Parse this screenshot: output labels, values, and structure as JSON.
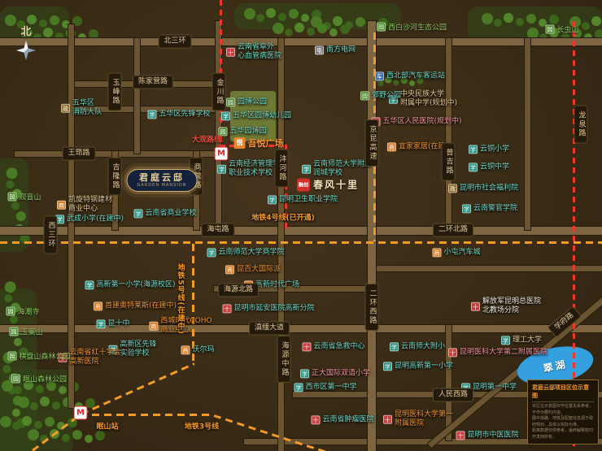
{
  "title": "君庭云邸项目区位示意图",
  "colors": {
    "background": "#3a2c16",
    "road": "#6a5432",
    "major_road": "#7d6540",
    "badge_bg": "#241a0c",
    "badge_text": "#dfc795",
    "metro_orange": "#f59a23",
    "route_red": "#e8392b",
    "poi_teal": "#6fd8c8",
    "poi_orange": "#f0952f",
    "poi_pink": "#f2919e",
    "poi_tan": "#e3c98f",
    "terrain_green": "#8ac55e",
    "lake_blue": "#35a0e0",
    "project_navy": "#14223c",
    "project_gold": "#d4b06a"
  },
  "compass": {
    "label": "北"
  },
  "icons": {
    "hospital": "十",
    "school": "学",
    "mall": "商",
    "transit": "车",
    "power": "电",
    "park": "园",
    "gov": "政"
  },
  "road_labels": [
    {
      "label": "北三环"
    },
    {
      "label": "陈家营路"
    },
    {
      "label": "玉峰路"
    },
    {
      "label": "金川路"
    },
    {
      "label": "王筇路"
    },
    {
      "label": "吉隆路"
    },
    {
      "label": "商院路"
    },
    {
      "label": "沣河路"
    },
    {
      "label": "京昆高速"
    },
    {
      "label": "普吉路"
    },
    {
      "label": "龙泉路"
    },
    {
      "label": "西三环"
    },
    {
      "label": "海屯路"
    },
    {
      "label": "二环北路"
    },
    {
      "label": "海源北路"
    },
    {
      "label": "滇缅大道"
    },
    {
      "label": "海源中路"
    },
    {
      "label": "二环西路"
    },
    {
      "label": "学府路"
    },
    {
      "label": "人民西路"
    }
  ],
  "metro": {
    "line4_label": "地铁4号线(已开通)",
    "line5_label": "地铁5号线(在建中)",
    "line3_label": "地铁3号线",
    "red_route_label": "大观路线",
    "metro_logo": "M",
    "station_mianshan": "眠山站"
  },
  "projects": {
    "junting": {
      "name": "君庭云邸",
      "subtitle": "GARDEN MANSION"
    },
    "chunfeng": {
      "brand": "融创",
      "name": "春风十里"
    },
    "wuyue": {
      "logo": "悦",
      "name": "吾悦广场"
    }
  },
  "pois": [
    {
      "text": "云南省阜外\n心血管病医院"
    },
    {
      "text": "南方电网"
    },
    {
      "text": "西北部汽车客运站"
    },
    {
      "text": "中央民族大学\n附属中学(规划中)"
    },
    {
      "text": "五华区人民医院(规划中)"
    },
    {
      "text": "园博公园"
    },
    {
      "text": "五华区\n消防大队"
    },
    {
      "text": "五华区先锋学校"
    },
    {
      "text": "五华区园博幼儿园"
    },
    {
      "text": "五华园博园"
    },
    {
      "text": "郊野公园"
    },
    {
      "text": "宜家家居(在建中)"
    },
    {
      "text": "云铜小学"
    },
    {
      "text": "云铜中学"
    },
    {
      "text": "云南经济管理学院\n职业技术学校"
    },
    {
      "text": "云南师范大学附属\n润城学校"
    },
    {
      "text": "昆明卫生职业学院"
    },
    {
      "text": "凯旋特钢建材\n商业中心"
    },
    {
      "text": "武成小学(在建中)"
    },
    {
      "text": "云南省商业学校"
    },
    {
      "text": "昆明市社会福利院"
    },
    {
      "text": "云南警官学院"
    },
    {
      "text": "云南师范大学商学院"
    },
    {
      "text": "小屯汽车城"
    },
    {
      "text": "昆百大国际派"
    },
    {
      "text": "高新时代广场"
    },
    {
      "text": "高新第一小学(海源校区)"
    },
    {
      "text": "首建奥特莱斯(在建中)"
    },
    {
      "text": "昆明市延安医院高新分院"
    },
    {
      "text": "昆十中"
    },
    {
      "text": "西城时代COHO\n商业中心"
    },
    {
      "text": "解放军昆明总医院\n北教场分院"
    },
    {
      "text": "理工大学"
    },
    {
      "text": "昆明医科大学第二附属医院"
    },
    {
      "text": "云南省急救中心"
    },
    {
      "text": "云南师大附小"
    },
    {
      "text": "高新区先锋\n实验学校"
    },
    {
      "text": "沃尔玛"
    },
    {
      "text": "云南省红十字会\n高新医院"
    },
    {
      "text": "正大国际双语小学"
    },
    {
      "text": "西市区第一中学"
    },
    {
      "text": "昆明高新第一小学"
    },
    {
      "text": "昆明第一中学"
    },
    {
      "text": "昆明医科大学第一\n附属医院"
    },
    {
      "text": "云南省肿瘤医院"
    },
    {
      "text": "昆明市中医医院"
    }
  ],
  "terrain": [
    {
      "text": "西白沙河生态公园"
    },
    {
      "text": "长虫山"
    },
    {
      "text": "观音山"
    },
    {
      "text": "海潮寺"
    },
    {
      "text": "玉案山"
    },
    {
      "text": "棋盘山森林公园"
    },
    {
      "text": "眠山森林公园"
    }
  ],
  "lake": {
    "name": "翠湖"
  },
  "legend": {
    "title": "君庭云邸项目区位示意图",
    "line1": "本区位示意图仅作位置关系参考，不作为要约内容。",
    "line2": "图中道路、地铁及配套信息源于政府规划，具体以实际为准。",
    "line3": "距离数据仅供参考，最终解释权归开发商所有。"
  }
}
